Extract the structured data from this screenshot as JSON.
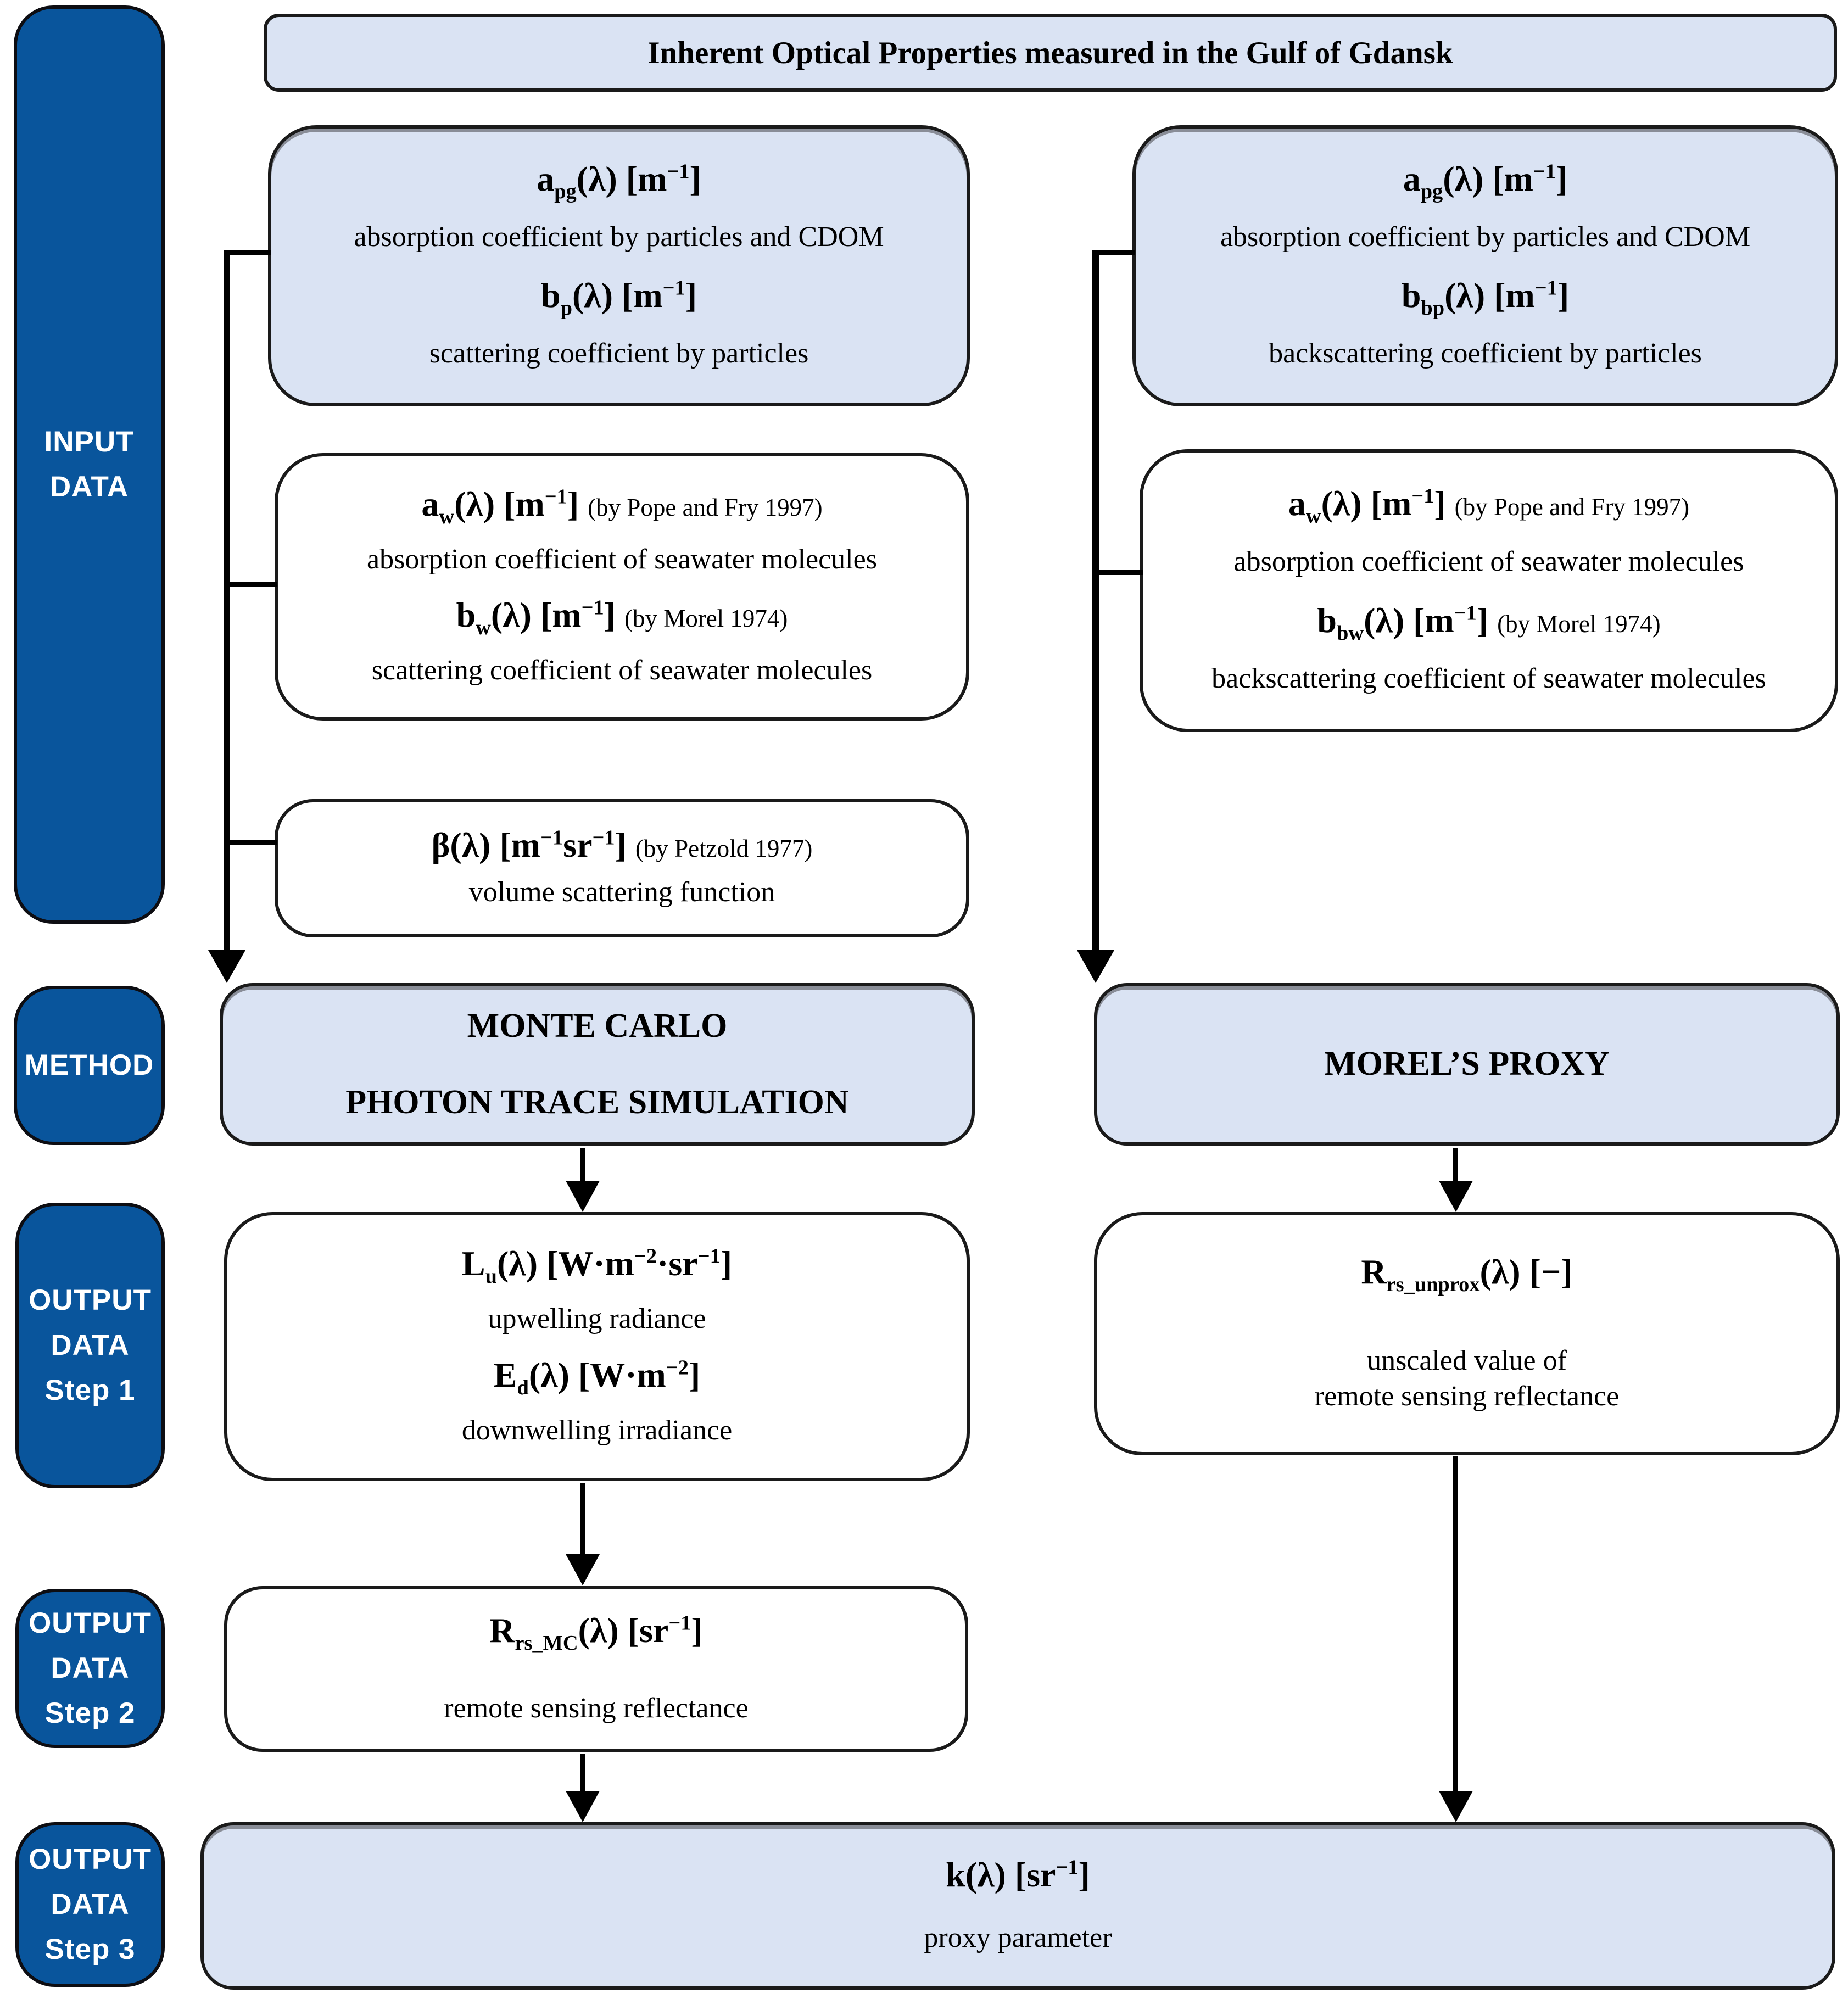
{
  "palette": {
    "dark_blue": "#09559c",
    "light_blue": "#dae3f3",
    "line_black": "#000000",
    "border_black": "#1a1a1a"
  },
  "title": "Inherent Optical Properties measured in the Gulf of Gdansk",
  "sidebar": {
    "input": "INPUT\nDATA",
    "method": "METHOD",
    "output_step1": "OUTPUT\nDATA\nStep 1",
    "output_step2": "OUTPUT\nDATA\nStep 2",
    "output_step3": "OUTPUT\nDATA\nStep 3"
  },
  "input_boxes": {
    "left_iop": {
      "formula1": "a_{pg}(λ) [m^{−1}]",
      "desc1": "absorption coefficient by particles and CDOM",
      "formula2": "b_{p}(λ) [m^{−1}]",
      "desc2": "scattering coefficient by particles"
    },
    "left_water": {
      "formula1": "a_{w}(λ) [m^{−1}]",
      "note1": "(by Pope and Fry 1997)",
      "desc1": "absorption coefficient of seawater molecules",
      "formula2": "b_{w}(λ) [m^{−1}]",
      "note2": "(by Morel 1974)",
      "desc2": "scattering coefficient of seawater molecules"
    },
    "left_vsf": {
      "formula1": "β(λ) [m^{−1}sr^{−1}]",
      "note1": "(by Petzold 1977)",
      "desc1": "volume scattering function"
    },
    "right_iop": {
      "formula1": "a_{pg}(λ) [m^{−1}]",
      "desc1": "absorption coefficient by particles and CDOM",
      "formula2": "b_{bp}(λ) [m^{−1}]",
      "desc2": "backscattering coefficient by particles"
    },
    "right_water": {
      "formula1": "a_{w}(λ) [m^{−1}]",
      "note1": "(by Pope and Fry 1997)",
      "desc1": "absorption coefficient of seawater molecules",
      "formula2": "b_{bw}(λ) [m^{−1}]",
      "note2": "(by Morel 1974)",
      "desc2": "backscattering coefficient of seawater molecules"
    }
  },
  "method_boxes": {
    "monte_carlo": "MONTE CARLO\n\nPHOTON TRACE SIMULATION",
    "morel_proxy": "MOREL’S PROXY"
  },
  "output_boxes": {
    "step1_left": {
      "formula1": "L_{u}(λ) [W·m^{−2}·sr^{−1}]",
      "desc1": "upwelling radiance",
      "formula2": "E_{d}(λ) [W·m^{−2}]",
      "desc2": "downwelling irradiance"
    },
    "step1_right": {
      "formula1": "R_{rs_unprox}(λ) [−]",
      "desc1": "unscaled value of\nremote sensing reflectance"
    },
    "step2_left": {
      "formula1": "R_{rs_MC}(λ) [sr^{−1}]",
      "desc1": "remote sensing reflectance"
    },
    "step3": {
      "formula1": "k(λ) [sr^{−1}]",
      "desc1": "proxy parameter"
    }
  }
}
